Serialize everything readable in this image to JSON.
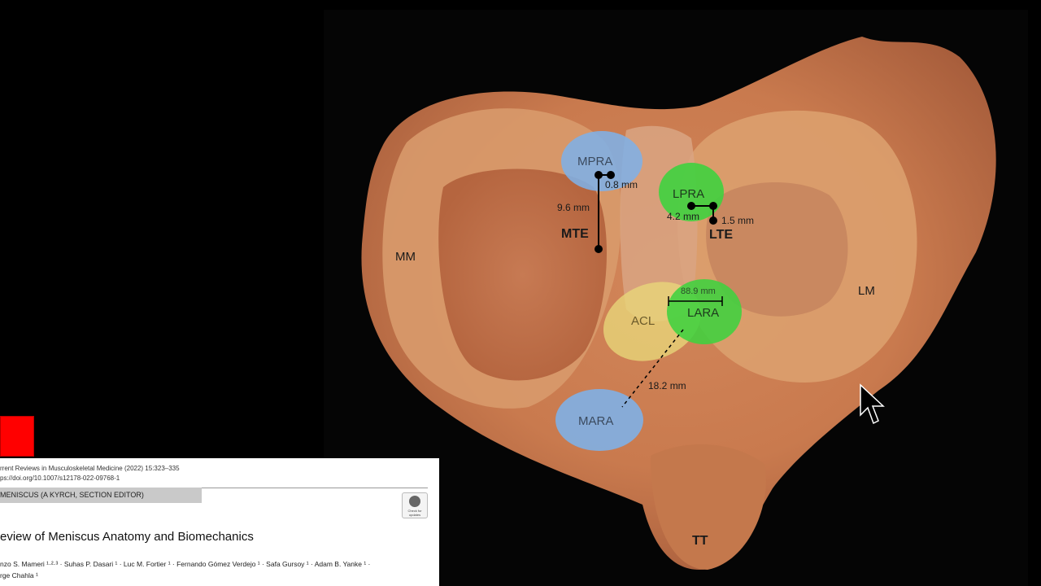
{
  "labels": {
    "mpra": "MPRA",
    "lpra": "LPRA",
    "mara": "MARA",
    "lara": "LARA",
    "acl": "ACL",
    "mm": "MM",
    "lm": "LM",
    "mte": "MTE",
    "lte": "LTE",
    "tt": "TT"
  },
  "measurements": {
    "m08": "0.8 mm",
    "m96": "9.6 mm",
    "m42": "4.2 mm",
    "m15": "1.5 mm",
    "m889": "88.9 mm",
    "m182": "18.2 mm"
  },
  "paper": {
    "journal": "rrent Reviews in Musculoskeletal Medicine (2022) 15:323–335",
    "doi": "ps://doi.org/10.1007/s12178-022-09768-1",
    "section": "MENISCUS (A KYRCH, SECTION EDITOR)",
    "badge": "Check for updates",
    "title": "eview of Meniscus Anatomy and Biomechanics",
    "authors_line1": "nzo S. Mameri ¹·²·³ · Suhas P. Dasari ¹ · Luc M. Fortier ¹ · Fernando Gómez Verdejo ¹ · Safa Gursoy ¹ · Adam B. Yanke ¹ ·",
    "authors_line2": "rge Chahla ¹"
  },
  "colors": {
    "blue_marker": "#7fb0e6",
    "green_marker": "#3fd23f",
    "yellow_marker": "#e8d77a",
    "red_square": "#ff0000"
  }
}
